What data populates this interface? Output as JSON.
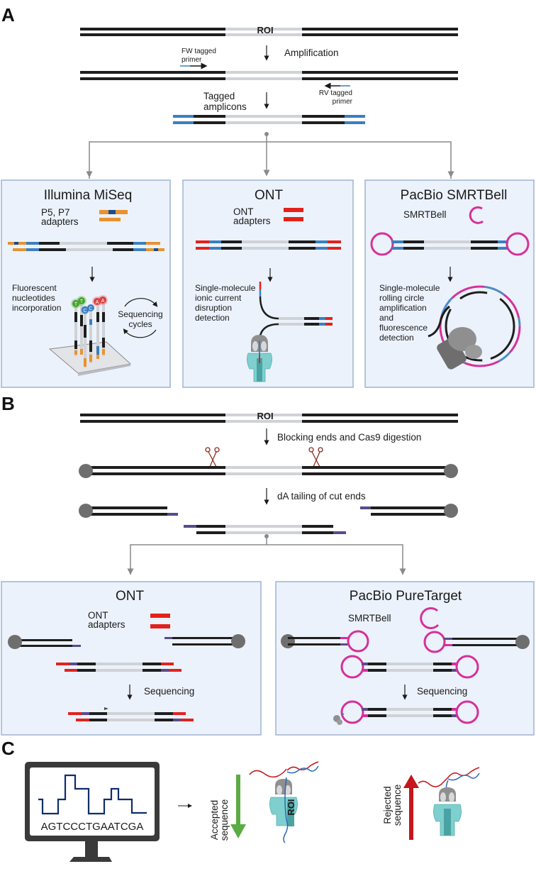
{
  "colors": {
    "dna_dark": "#1e1e1e",
    "roi_gray": "#cfd2d6",
    "tag_blue": "#3a7fc1",
    "illumina_orange": "#e8922f",
    "illumina_navy": "#1b4d8c",
    "ont_red": "#e3211c",
    "smrtbell_magenta": "#d6309a",
    "datail_purple": "#5a4a8a",
    "panel_fill": "#ecf2fb",
    "panel_border": "#9fb3d1",
    "connector_gray": "#8a8a8a",
    "accept_green": "#5aac44",
    "reject_red": "#c4161c",
    "pore_teal": "#7fcfcf",
    "monitor_navy": "#0f2d6b",
    "scissors_brown": "#8b2e22"
  },
  "panelA": {
    "letter": "A",
    "roi_label": "ROI",
    "step1": "Amplification",
    "fw_primer": [
      "FW tagged",
      "primer"
    ],
    "rv_primer": [
      "RV tagged",
      "primer"
    ],
    "tagged_amplicons": [
      "Tagged",
      "amplicons"
    ],
    "boxes": [
      {
        "title": "Illumina MiSeq",
        "adapter_label": [
          "P5, P7",
          "adapters"
        ],
        "detection_label": [
          "Fluorescent",
          "nucleotides",
          "incorporation"
        ],
        "cycle_label": [
          "Sequencing",
          "cycles"
        ],
        "bases": [
          "T",
          "T",
          "C",
          "C",
          "A",
          "A"
        ]
      },
      {
        "title": "ONT",
        "adapter_label": [
          "ONT",
          "adapters"
        ],
        "detection_label": [
          "Single-molecule",
          "ionic current",
          "disruption",
          "detection"
        ]
      },
      {
        "title": "PacBio SMRTBell",
        "adapter_label": [
          "SMRTBell"
        ],
        "detection_label": [
          "Single-molecule",
          "rolling circle",
          "amplification",
          "and",
          "fluorescence",
          "detection"
        ]
      }
    ]
  },
  "panelB": {
    "letter": "B",
    "roi_label": "ROI",
    "step1": "Blocking ends and Cas9 digestion",
    "step2": "dA tailing of cut ends",
    "boxes": [
      {
        "title": "ONT",
        "adapter_label": [
          "ONT",
          "adapters"
        ],
        "step": "Sequencing"
      },
      {
        "title": "PacBio PureTarget",
        "adapter_label": [
          "SMRTBell"
        ],
        "step": "Sequencing"
      }
    ]
  },
  "panelC": {
    "letter": "C",
    "sequence": "AGTCCCTGAATCGA",
    "accepted_label": [
      "Accepted",
      "sequence"
    ],
    "rejected_label": [
      "Rejected",
      "sequence"
    ],
    "roi_label": "ROI"
  }
}
